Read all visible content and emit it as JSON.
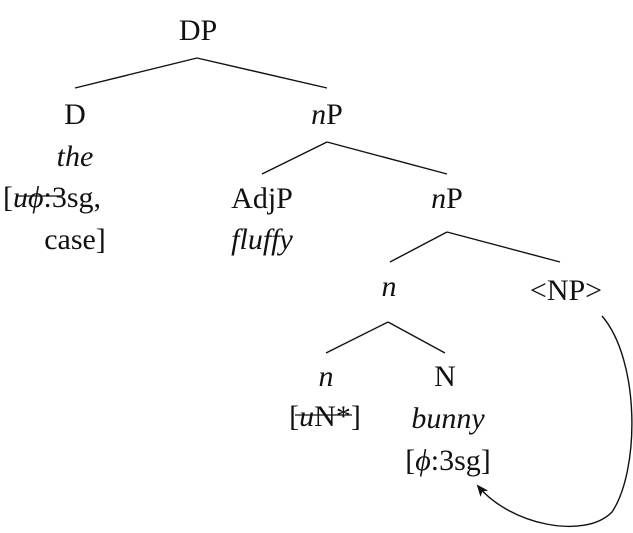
{
  "tree": {
    "root": {
      "label": "DP"
    },
    "d": {
      "label": "D",
      "word": "the",
      "feat_open": "[",
      "feat_u": "u",
      "feat_phi": "ϕ",
      "feat_colon": ":",
      "feat_value": "3sg,",
      "feat_line2": "case]"
    },
    "np_top": {
      "head": "n",
      "tail": "P"
    },
    "adjp": {
      "label": "AdjP",
      "word": "fluffy"
    },
    "np_mid": {
      "head": "n",
      "tail": "P"
    },
    "n_bar": {
      "label": "n"
    },
    "np_copy": {
      "label": "<NP>"
    },
    "n_head": {
      "label": "n",
      "feat_open": "[",
      "feat_u": "u",
      "feat_n": "N*",
      "feat_close": "]"
    },
    "N": {
      "label": "N",
      "word": "bunny",
      "feat_open": "[",
      "feat_phi": "ϕ",
      "feat_value": ":3sg]"
    }
  },
  "strikethrough": [
    "uϕ:",
    "uN*"
  ],
  "movement_arrow": {
    "from": "<NP>",
    "to": "[ϕ:3sg]"
  }
}
